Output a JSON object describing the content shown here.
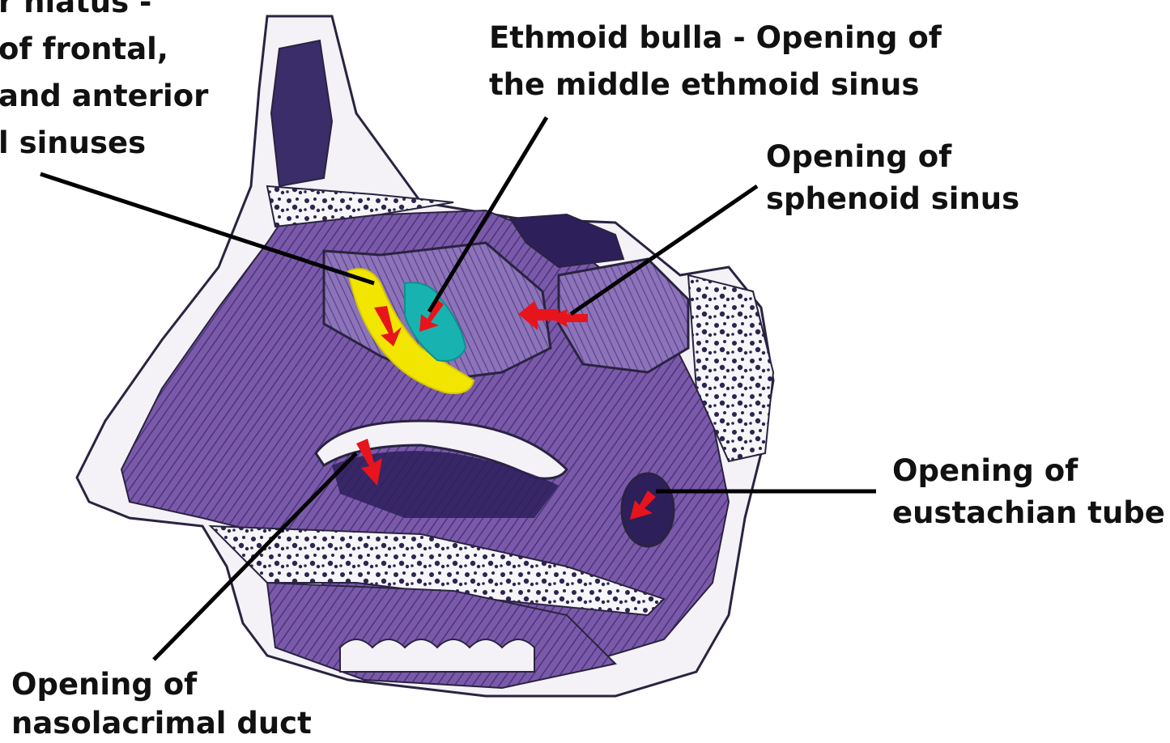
{
  "labels": {
    "semilunar_hiatus": [
      "r hiatus -",
      "of frontal,",
      "and anterior",
      "l sinuses"
    ],
    "ethmoid_bulla": [
      "Ethmoid bulla - Opening of",
      "the middle ethmoid sinus"
    ],
    "sphenoid": [
      "Opening of",
      "sphenoid sinus"
    ],
    "eustachian": [
      "Opening of",
      "eustachian tube"
    ],
    "nasolacrimal": [
      "Opening of",
      "nasolacrimal duct"
    ]
  },
  "colors": {
    "tissue": "#6b4c9a",
    "tissue_dark": "#2d1f5a",
    "bone": "#f4f2f7",
    "highlight_yellow": "#f2e600",
    "highlight_teal": "#18b3b0",
    "arrow_red": "#e8141b",
    "leader_line": "#000000"
  }
}
